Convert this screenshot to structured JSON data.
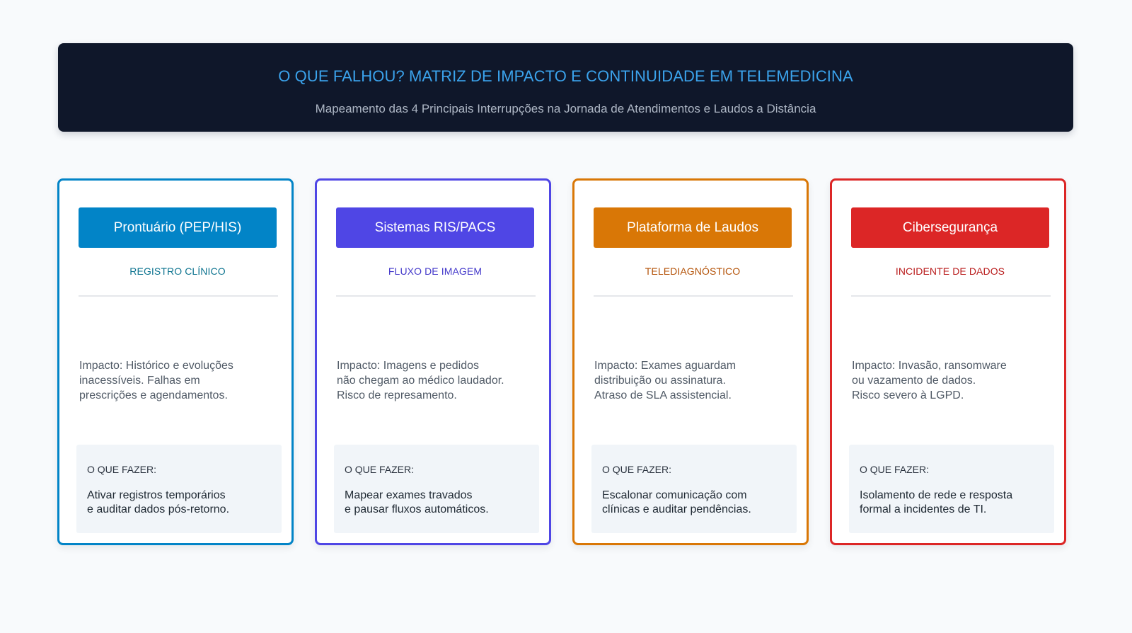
{
  "header": {
    "title": "O QUE FALHOU? MATRIZ DE IMPACTO E CONTINUIDADE EM TELEMEDICINA",
    "subtitle": "Mapeamento das 4 Principais Interrupções na Jornada de Atendimentos e Laudos a Distância"
  },
  "colors": {
    "background": "#f8fafc",
    "header_bg": "#0f172a",
    "header_title": "#3ba3ec",
    "header_subtitle": "#aeb7c5",
    "action_bg": "#f1f5f9",
    "divider": "#e5e7eb"
  },
  "cards": [
    {
      "title": "Prontuário (PEP/HIS)",
      "tag": "REGISTRO CLÍNICO",
      "impact": "Impacto: Histórico e evoluções\ninacessíveis. Falhas em\nprescrições e agendamentos.",
      "action_label": "O QUE FAZER:",
      "action_text": "Ativar registros temporários\ne auditar dados pós-retorno.",
      "accent": "#0284c7",
      "tag_color": "#0e7490"
    },
    {
      "title": "Sistemas RIS/PACS",
      "tag": "FLUXO DE IMAGEM",
      "impact": "Impacto: Imagens e pedidos\nnão chegam ao médico laudador.\nRisco de represamento.",
      "action_label": "O QUE FAZER:",
      "action_text": "Mapear exames travados\ne pausar fluxos automáticos.",
      "accent": "#4f46e5",
      "tag_color": "#4338ca"
    },
    {
      "title": "Plataforma de Laudos",
      "tag": "TELEDIAGNÓSTICO",
      "impact": "Impacto: Exames aguardam\ndistribuição ou assinatura.\nAtraso de SLA assistencial.",
      "action_label": "O QUE FAZER:",
      "action_text": "Escalonar comunicação com\nclínicas e auditar pendências.",
      "accent": "#d97706",
      "tag_color": "#b45309"
    },
    {
      "title": "Cibersegurança",
      "tag": "INCIDENTE DE DADOS",
      "impact": "Impacto: Invasão, ransomware\nou vazamento de dados.\nRisco severo à LGPD.",
      "action_label": "O QUE FAZER:",
      "action_text": "Isolamento de rede e resposta\nformal a incidentes de TI.",
      "accent": "#dc2626",
      "tag_color": "#b91c1c"
    }
  ]
}
